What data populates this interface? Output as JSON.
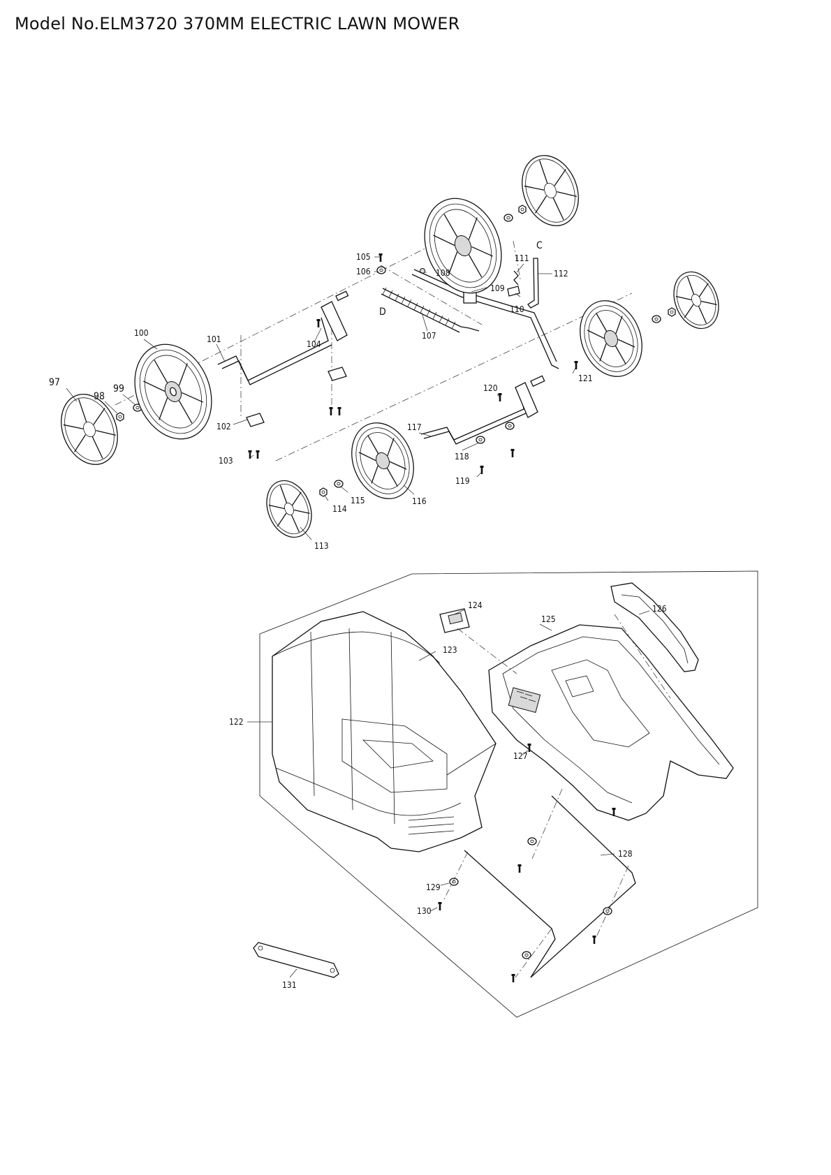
{
  "title": "Model No.ELM3720 370MM ELECTRIC LAWN MOWER",
  "callouts": [
    {
      "id": "97",
      "text": "97"
    },
    {
      "id": "98",
      "text": "98"
    },
    {
      "id": "99",
      "text": "99"
    },
    {
      "id": "100",
      "text": "100"
    },
    {
      "id": "101",
      "text": "101"
    },
    {
      "id": "102",
      "text": "102"
    },
    {
      "id": "103",
      "text": "103"
    },
    {
      "id": "104",
      "text": "104"
    },
    {
      "id": "105",
      "text": "105"
    },
    {
      "id": "106",
      "text": "106"
    },
    {
      "id": "107",
      "text": "107"
    },
    {
      "id": "108",
      "text": "108"
    },
    {
      "id": "109",
      "text": "109"
    },
    {
      "id": "110",
      "text": "110"
    },
    {
      "id": "111",
      "text": "111"
    },
    {
      "id": "112",
      "text": "112"
    },
    {
      "id": "113",
      "text": "113"
    },
    {
      "id": "114",
      "text": "114"
    },
    {
      "id": "115",
      "text": "115"
    },
    {
      "id": "116",
      "text": "116"
    },
    {
      "id": "117",
      "text": "117"
    },
    {
      "id": "118",
      "text": "118"
    },
    {
      "id": "119",
      "text": "119"
    },
    {
      "id": "120",
      "text": "120"
    },
    {
      "id": "121",
      "text": "121"
    },
    {
      "id": "122",
      "text": "122"
    },
    {
      "id": "123",
      "text": "123"
    },
    {
      "id": "124",
      "text": "124"
    },
    {
      "id": "125",
      "text": "125"
    },
    {
      "id": "126",
      "text": "126"
    },
    {
      "id": "127",
      "text": "127"
    },
    {
      "id": "128",
      "text": "128"
    },
    {
      "id": "129",
      "text": "129"
    },
    {
      "id": "130",
      "text": "130"
    },
    {
      "id": "131",
      "text": "131"
    },
    {
      "id": "C",
      "text": "C"
    },
    {
      "id": "D",
      "text": "D"
    }
  ]
}
